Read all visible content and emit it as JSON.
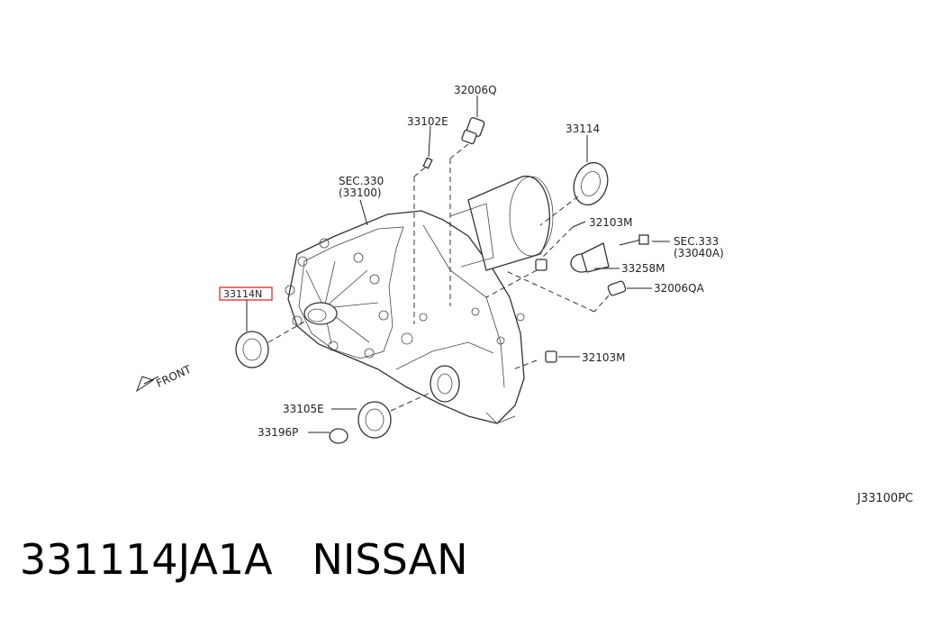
{
  "diagram": {
    "labels": {
      "p32006q": "32006Q",
      "p33102e": "33102E",
      "p33114": "33114",
      "sec330": "SEC.330",
      "sec330_ref": "(33100)",
      "p32103m_top": "32103M",
      "sec333": "SEC.333",
      "sec333_ref": "(33040A)",
      "p33258m": "33258M",
      "p32006qa": "32006QA",
      "p33114n": "33114N",
      "front": "FRONT",
      "p32103m_bottom": "32103M",
      "p33105e": "33105E",
      "p33196p": "33196P",
      "drawing_code": "J33100PC"
    },
    "highlight_color": "#e53935",
    "line_color": "#222222"
  },
  "caption": {
    "part_number": "331114JA1A",
    "brand": "NISSAN"
  }
}
